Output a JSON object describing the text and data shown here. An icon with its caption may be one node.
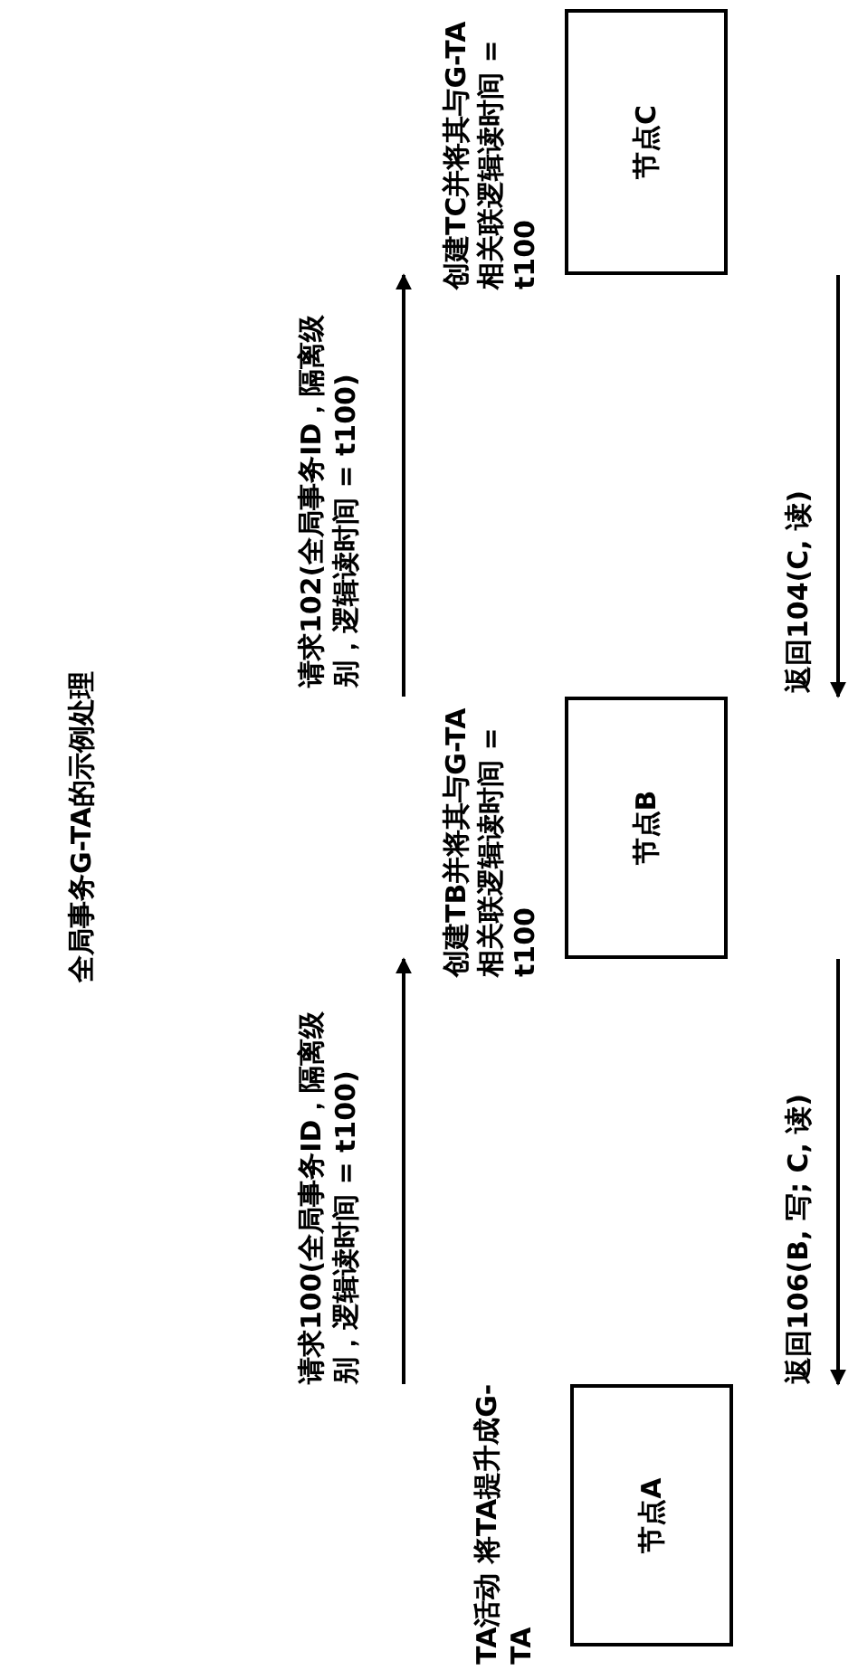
{
  "diagram": {
    "title": "全局事务G-TA的示例处理",
    "nodes": [
      {
        "text": [
          "节点A"
        ],
        "beside": [
          "TA活动 将TA提升成G-TA"
        ]
      },
      {
        "text": [
          "节点B"
        ],
        "beside": [
          "创建TB并将其与G-TA相关联逻辑读时间 = t100"
        ]
      },
      {
        "text": [
          "节点C"
        ],
        "beside": [
          "创建TC并将其与G-TA相关联逻辑读时间 = t100"
        ]
      }
    ],
    "edges": [
      {
        "from": 0,
        "to": 1,
        "arrow": "to",
        "label": "请求100(全局事务ID，隔离级别，逻辑读时间 = t100)"
      },
      {
        "from": 1,
        "to": 2,
        "arrow": "to",
        "label": "请求102(全局事务ID，隔离级别，逻辑读时间 = t100)"
      },
      {
        "from": 2,
        "to": 1,
        "arrow": "to",
        "label": "返回104(C, 读)"
      },
      {
        "from": 1,
        "to": 0,
        "arrow": "to",
        "label": "返回106(B, 写; C, 读)"
      }
    ]
  }
}
